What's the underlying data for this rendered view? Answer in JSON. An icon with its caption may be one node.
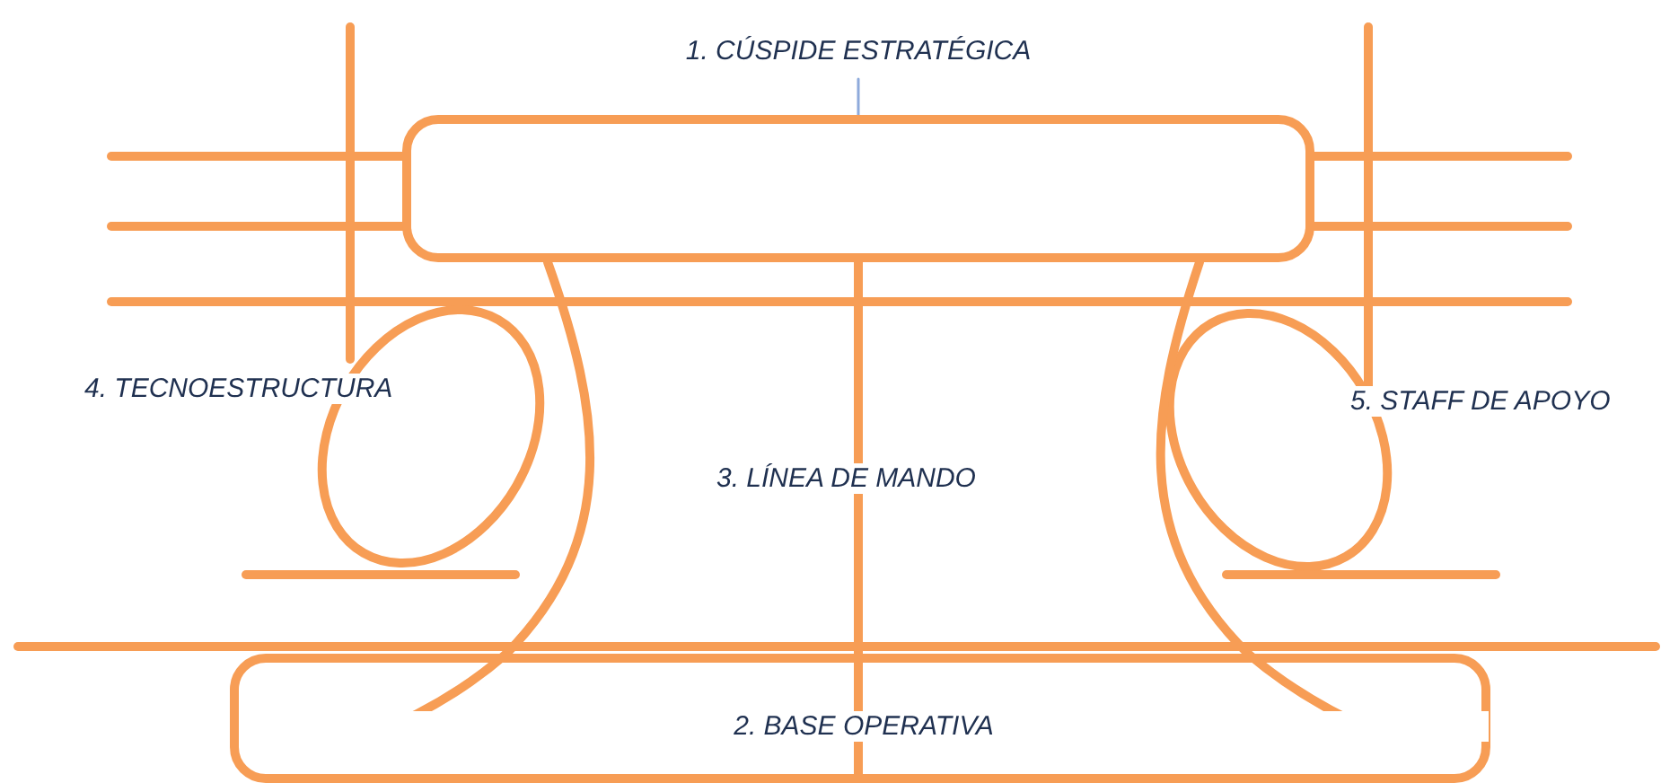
{
  "diagram": {
    "nodes": [
      {
        "text": [
          "1. CÚSPIDE ESTRATÉGICA"
        ]
      },
      {
        "text": [],
        "shape": "box"
      },
      {
        "text": [
          "2. BASE OPERATIVA"
        ]
      }
    ],
    "edges": [
      {
        "from": 0,
        "to": 1,
        "arrow": "none",
        "color": "#8eaadb"
      },
      {
        "from": 1,
        "to": 2,
        "arrow": "none"
      },
      {
        "from": 1,
        "to": 2,
        "arrow": "none"
      },
      {
        "from": 1,
        "to": 2,
        "arrow": "none"
      }
    ],
    "labels": [
      "4. TECNOESTRUCTURA",
      "3. LÍNEA DE MANDO",
      "5. STAFF DE APOYO"
    ]
  }
}
